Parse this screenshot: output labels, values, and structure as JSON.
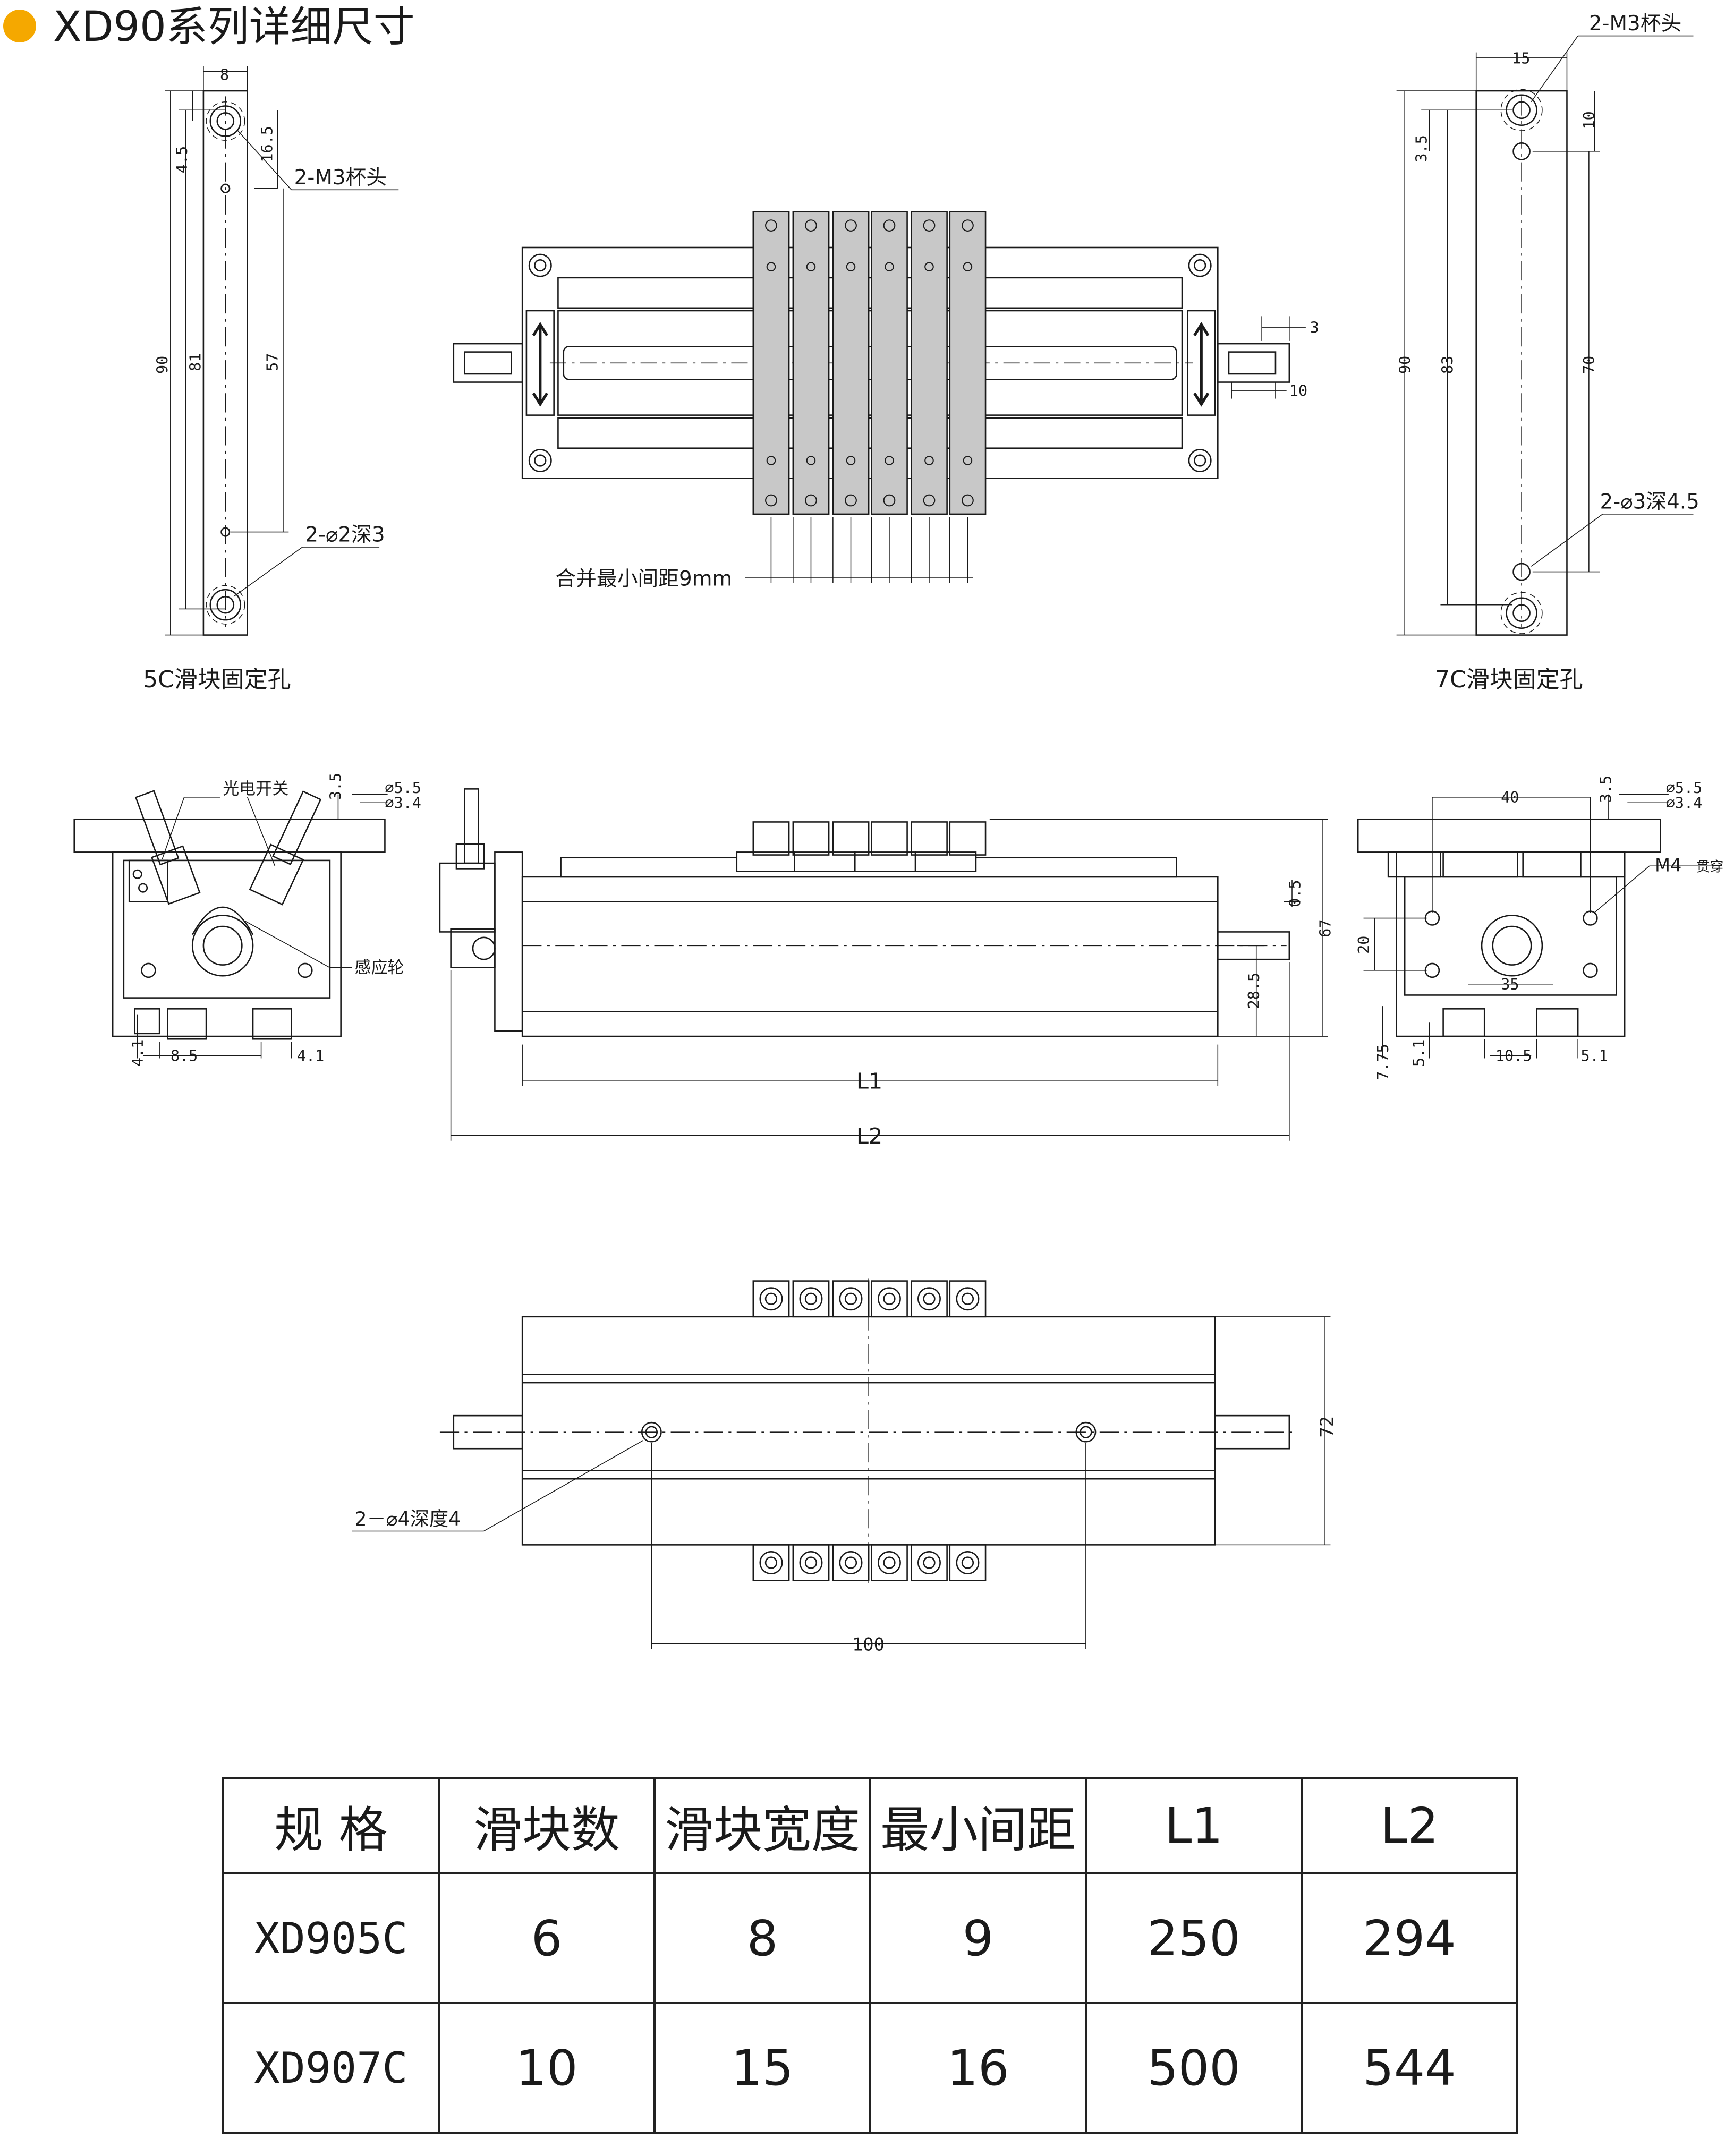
{
  "header": {
    "title": "XD90系列详细尺寸",
    "dot_color": "#f5a800"
  },
  "view_5c": {
    "caption": "5C滑块固定孔",
    "dims": {
      "w": "8",
      "top": "4.5",
      "hole_offset": "16.5",
      "total": "90",
      "mid": "81",
      "pitch": "57"
    },
    "callouts": {
      "m3": "2-M3杯头",
      "hole": "2-⌀2深3"
    }
  },
  "view_7c": {
    "caption": "7C滑块固定孔",
    "dims": {
      "w": "15",
      "top": "3.5",
      "hole_offset": "10",
      "total": "90",
      "mid": "83",
      "pitch": "70"
    },
    "callouts": {
      "m3": "2-M3杯头",
      "hole": "2-⌀3深4.5"
    }
  },
  "top_view": {
    "dims": {
      "shaft": "3",
      "shaft_w": "10"
    },
    "callout": "合并最小间距9mm"
  },
  "end_view_left": {
    "labels": {
      "sensor": "光电开关",
      "wheel": "感应轮"
    },
    "dims": {
      "h": "3.5",
      "d1": "⌀5.5",
      "d2": "⌀3.4",
      "l1": "4.1",
      "l2": "8.5",
      "l3": "4.1"
    }
  },
  "side_view": {
    "dims": {
      "gap": "0.5",
      "height": "67",
      "axis": "28.5",
      "l1": "L1",
      "l2": "L2"
    }
  },
  "end_view_right": {
    "callout": "M4",
    "callout_sub": "贯穿",
    "dims": {
      "w": "40",
      "h": "3.5",
      "d1": "⌀5.5",
      "d2": "⌀3.4",
      "v": "20",
      "pitch": "35",
      "a": "7.75",
      "b": "5.1",
      "c": "10.5",
      "e": "5.1"
    }
  },
  "bottom_view": {
    "callout": "2－⌀4深度4",
    "dims": {
      "pitch": "100",
      "height": "72"
    }
  },
  "table": {
    "headers": [
      "规 格",
      "滑块数",
      "滑块宽度",
      "最小间距",
      "L1",
      "L2"
    ],
    "rows": [
      [
        "XD905C",
        "6",
        "8",
        "9",
        "250",
        "294"
      ],
      [
        "XD907C",
        "10",
        "15",
        "16",
        "500",
        "544"
      ]
    ]
  },
  "colors": {
    "line": "#1a1a1a",
    "slider_fill": "#c8c8c8"
  }
}
